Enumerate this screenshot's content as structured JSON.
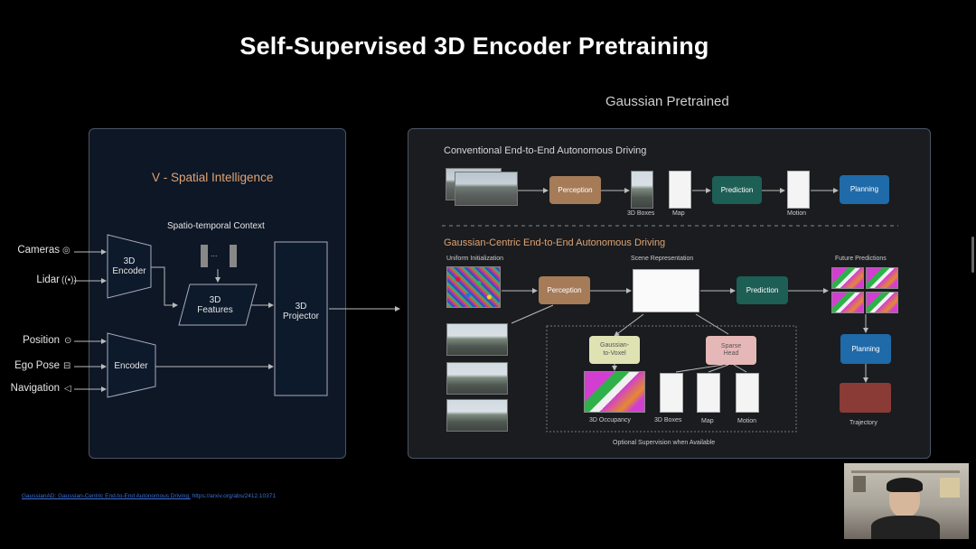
{
  "slide": {
    "title": "Self-Supervised 3D Encoder Pretraining",
    "right_header": "Gaussian Pretrained",
    "footnote": {
      "link_text": "GaussianAD: Gaussian-Centric End-to-End Autonomous Driving.",
      "url_text": "https://arxiv.org/abs/2412.10371"
    }
  },
  "left": {
    "title": "V - Spatial Intelligence",
    "context_label": "Spatio-temporal Context",
    "context_dots": "...",
    "inputs": [
      {
        "label": "Cameras",
        "icon": "camera-icon"
      },
      {
        "label": "Lidar",
        "icon": "lidar-icon"
      },
      {
        "label": "Position",
        "icon": "location-pin-icon"
      },
      {
        "label": "Ego Pose",
        "icon": "car-icon"
      },
      {
        "label": "Navigation",
        "icon": "navigation-arrow-icon"
      }
    ],
    "encoder_3d": "3D\nEncoder",
    "features_3d": "3D\nFeatures",
    "projector_3d": "3D\nProjector",
    "encoder": "Encoder"
  },
  "right": {
    "conventional": {
      "title": "Conventional End-to-End Autonomous Driving",
      "perception": "Perception",
      "boxes": "3D Boxes",
      "map": "Map",
      "prediction": "Prediction",
      "motion": "Motion",
      "planning": "Planning"
    },
    "gaussian": {
      "title": "Gaussian-Centric End-to-End Autonomous Driving",
      "uniform_init": "Uniform Initialization",
      "scene_rep": "Scene Representation",
      "future_pred": "Future Predictions",
      "perception": "Perception",
      "prediction": "Prediction",
      "planning": "Planning",
      "trajectory": "Trajectory",
      "g2v": "Gaussian-\nto-Voxel",
      "sparse_head": "Sparse\nHead",
      "occupancy": "3D Occupancy",
      "boxes": "3D Boxes",
      "map": "Map",
      "motion": "Motion",
      "optional": "Optional Supervision when Available"
    }
  },
  "colors": {
    "accent_orange": "#e0a372",
    "perception": "#a57b58",
    "prediction": "#1d5e55",
    "planning": "#1f6aa8"
  }
}
